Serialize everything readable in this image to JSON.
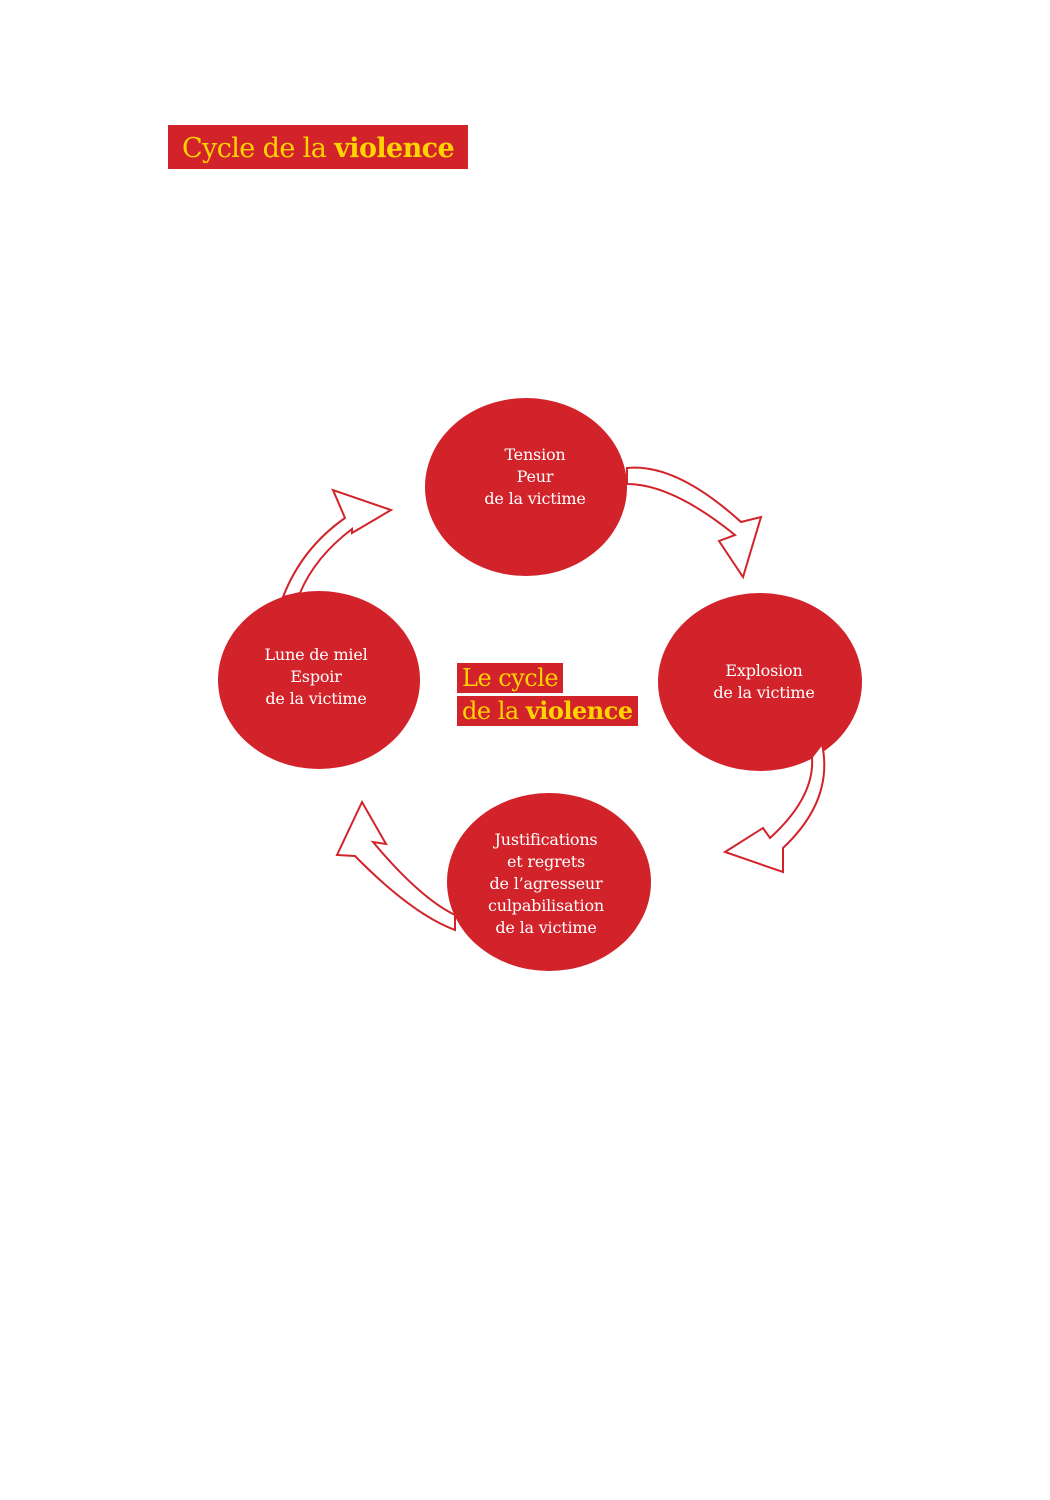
{
  "header": {
    "title_plain": "Cycle de la",
    "title_bold": "violence"
  },
  "center": {
    "line1": "Le cycle",
    "line2_plain": "de la",
    "line2_bold": "violence"
  },
  "nodes": [
    {
      "id": "tension",
      "lines": [
        "Tension",
        "Peur",
        "de la victime"
      ]
    },
    {
      "id": "explosion",
      "lines": [
        "Explosion",
        "de la victime"
      ]
    },
    {
      "id": "justifications",
      "lines": [
        "Justifications",
        "et regrets",
        "de l’agresseur",
        "culpabilisation",
        "de la victime"
      ]
    },
    {
      "id": "lune-de-miel",
      "lines": [
        "Lune de miel",
        "Espoir",
        "de la victime"
      ]
    }
  ],
  "colors": {
    "accent_red": "#d2232a",
    "accent_yellow": "#ffd400",
    "node_text": "#ffffff"
  },
  "icons": {
    "arrow": "curved-hollow-arrow-icon"
  }
}
